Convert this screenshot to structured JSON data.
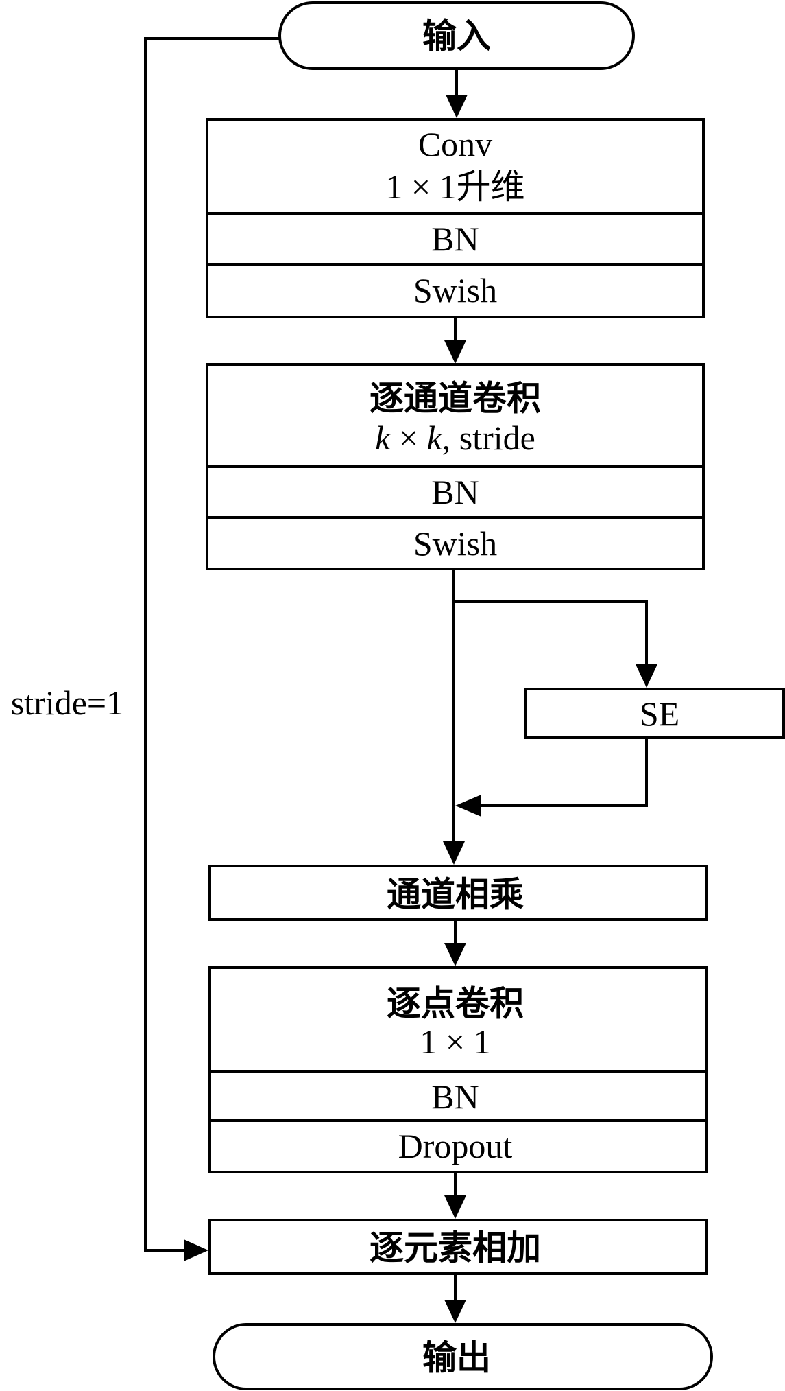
{
  "nodes": {
    "input": {
      "label": "输入"
    },
    "expand": {
      "title": "Conv",
      "subtitle": "1 × 1升维",
      "bn": "BN",
      "act": "Swish"
    },
    "depthwise": {
      "title": "逐通道卷积",
      "subtitle_k1": "k",
      "subtitle_times": " × ",
      "subtitle_k2": "k",
      "subtitle_rest": ", stride",
      "bn": "BN",
      "act": "Swish"
    },
    "se": {
      "label": "SE"
    },
    "channel_mul": {
      "label": "通道相乘"
    },
    "pointwise": {
      "title": "逐点卷积",
      "subtitle": "1 × 1",
      "bn": "BN",
      "dropout": "Dropout"
    },
    "add": {
      "label": "逐元素相加"
    },
    "output": {
      "label": "输出"
    }
  },
  "edges": {
    "skip_label": "stride=1"
  }
}
